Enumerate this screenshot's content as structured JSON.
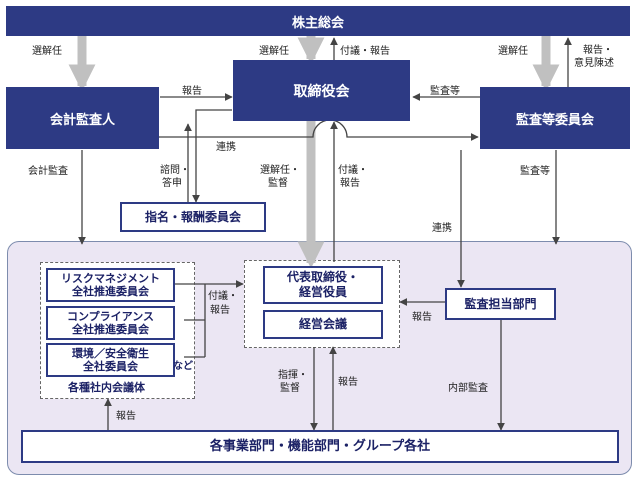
{
  "nodes": {
    "shareholders": "株主総会",
    "board": "取締役会",
    "auditor": "会計監査人",
    "audit_committee": "監査等委員会",
    "nomination": "指名・報酬委員会",
    "ceo_line1": "代表取締役・",
    "ceo_line2": "経営役員",
    "mgmt_meeting": "経営会議",
    "audit_dept": "監査担当部門",
    "risk_line1": "リスクマネジメント",
    "risk_line2": "全社推進委員会",
    "compliance_line1": "コンプライアンス",
    "compliance_line2": "全社推進委員会",
    "env_line1": "環境／安全衛生",
    "env_line2": "全社委員会",
    "env_suffix": "など",
    "committees_caption": "各種社内会議体",
    "divisions": "各事業部門・機能部門・グループ各社"
  },
  "labels": {
    "elect_left": "選解任",
    "elect_mid": "選解任",
    "elect_right": "選解任",
    "submit_report_top": "付議・報告",
    "report_opinion_1": "報告・",
    "report_opinion_2": "意見陳述",
    "report_to_board": "報告",
    "audit_etc_to_board": "監査等",
    "collaboration_top": "連携",
    "accounting_audit": "会計監査",
    "consult_1": "諮問・",
    "consult_2": "答申",
    "elect_supervise_1": "選解任・",
    "elect_supervise_2": "監督",
    "submit_report_mid_1": "付議・",
    "submit_report_mid_2": "報告",
    "audit_etc_down": "監査等",
    "collaboration_mid": "連携",
    "submit_report_left_1": "付議・",
    "submit_report_left_2": "報告",
    "report_to_ceo": "報告",
    "instruct_1": "指揮・",
    "instruct_2": "監督",
    "report_up": "報告",
    "internal_audit": "内部監査",
    "report_bottom_left": "報告"
  },
  "colors": {
    "navy": "#2d3a84",
    "region_fill": "#ebe6f3",
    "thick_arrow": "#c0c0c0",
    "line": "#444444"
  }
}
